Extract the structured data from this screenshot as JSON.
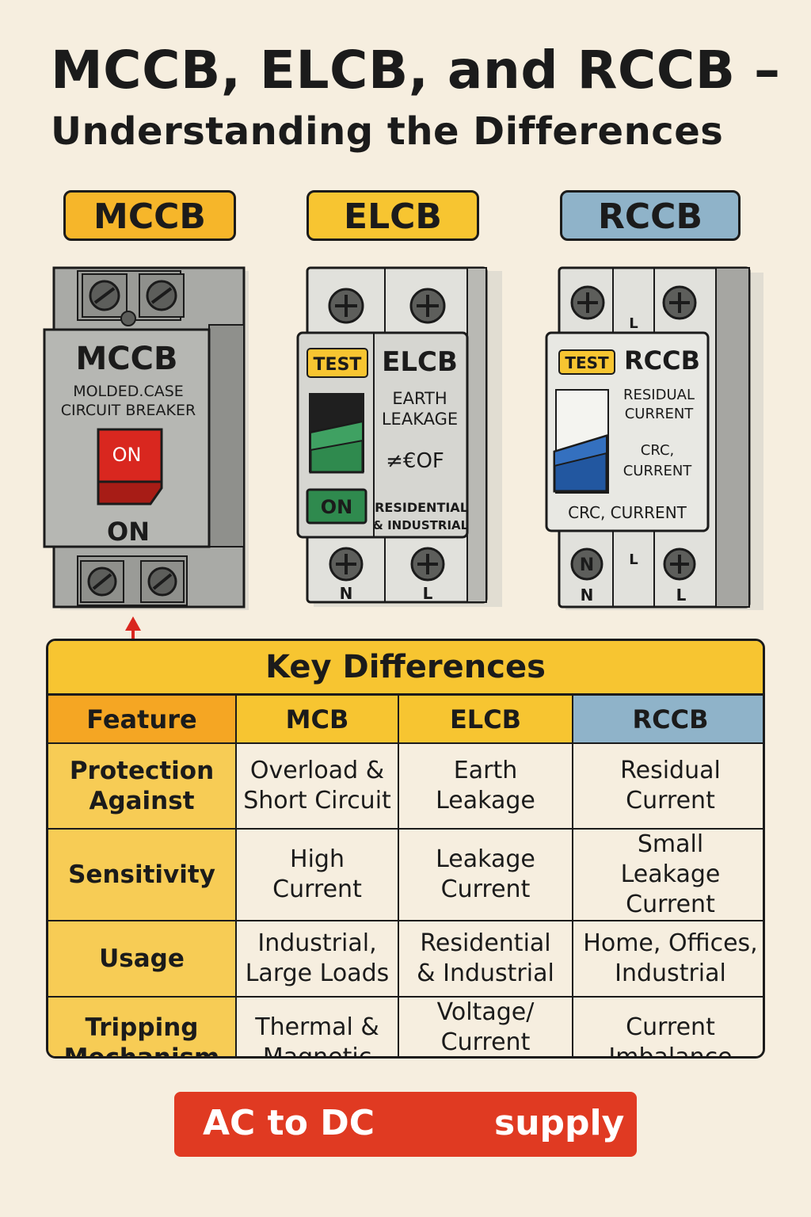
{
  "title": {
    "line1": "MCCB, ELCB, and RCCB –",
    "line2": "Understanding the Differences"
  },
  "labels": {
    "mccb": "MCCB",
    "elcb": "ELCB",
    "rccb": "RCCB"
  },
  "devices": {
    "mccb": {
      "name": "MCCB",
      "desc1": "MOLDED.CASE",
      "desc2": "CIRCUIT BREAKER",
      "switch_label": "ON",
      "state_label": "ON",
      "colors": {
        "body": "#a9aaa6",
        "switch": "#d9271f"
      }
    },
    "elcb": {
      "test": "TEST",
      "name": "ELCB",
      "desc1": "EARTH",
      "desc2": "LEAKAGE",
      "symbol": "≠€OF",
      "on_label": "ON",
      "usage1": "RESIDENTIAL",
      "usage2": "& INDUSTRIAL",
      "terminal_n": "N",
      "terminal_l": "L",
      "colors": {
        "body": "#e1e1dc",
        "switch": "#2f8a4e"
      }
    },
    "rccb": {
      "test": "TEST",
      "name": "RCCB",
      "desc1": "RESIDUAL",
      "desc2": "CURRENT",
      "desc3": "CRC,",
      "desc4": "CURRENT",
      "bottom_text": "CRC, CURRENT",
      "terminal_top_l": "L",
      "terminal_mid_l": "L",
      "terminal_n_symbol": "N",
      "terminal_n": "N",
      "terminal_l": "L",
      "colors": {
        "body": "#e1e1dc",
        "switch": "#2257a0"
      }
    }
  },
  "table": {
    "title": "Key Differences",
    "headers": [
      "Feature",
      "MCB",
      "ELCB",
      "RCCB"
    ],
    "rows": [
      [
        "Protection\nAgainst",
        "Overload &\nShort Circuit",
        "Earth\nLeakage",
        "Residual\nCurrent"
      ],
      [
        "Sensitivity",
        "High\nCurrent",
        "Leakage\nCurrent",
        "Small\nLeakage Current"
      ],
      [
        "Usage",
        "Industrial,\nLarge Loads",
        "Residential\n& Industrial",
        "Home, Offices,\nIndustrial"
      ],
      [
        "Tripping\nMechanism",
        "Thermal &\nMagnetic",
        "Voltage/\nCurrent Sensing",
        "Current\nImbalance"
      ]
    ]
  },
  "banner": {
    "left": "AC to DC",
    "right": "supply"
  },
  "colors": {
    "background": "#f6eedf",
    "accent_orange": "#f5a623",
    "accent_yellow": "#f7c531",
    "accent_blue": "#8fb3c9",
    "banner_red": "#e03a22"
  }
}
